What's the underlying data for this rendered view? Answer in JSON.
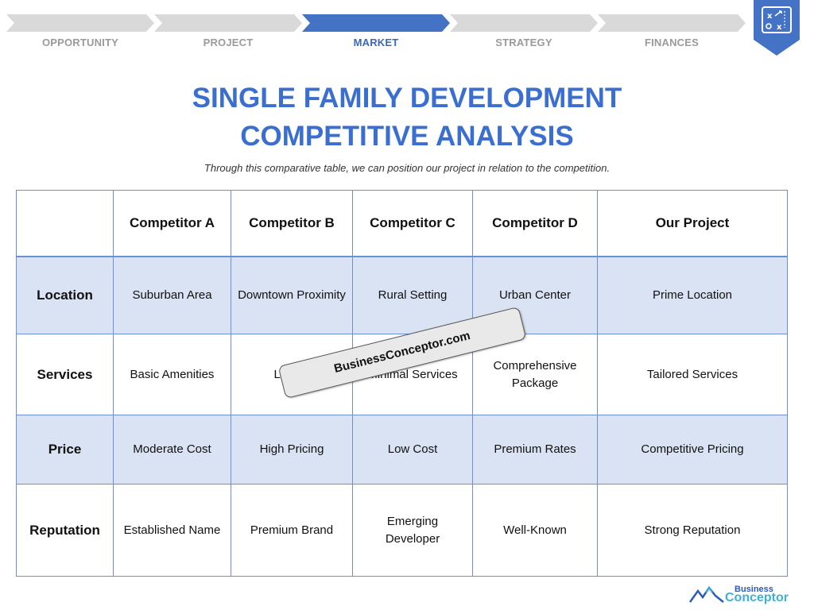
{
  "steps": [
    {
      "label": "OPPORTUNITY",
      "active": false
    },
    {
      "label": "PROJECT",
      "active": false
    },
    {
      "label": "MARKET",
      "active": true
    },
    {
      "label": "STRATEGY",
      "active": false
    },
    {
      "label": "FINANCES",
      "active": false
    }
  ],
  "colors": {
    "accent": "#3a6ed0",
    "step_inactive": "#d9d9d9",
    "step_active": "#4472c4",
    "row_shade": "#dae3f3"
  },
  "title": {
    "line1": "SINGLE FAMILY DEVELOPMENT",
    "line2": "COMPETITIVE ANALYSIS"
  },
  "subtitle": "Through this comparative table, we can position our project in relation to the competition.",
  "table": {
    "headers": [
      "",
      "Competitor A",
      "Competitor B",
      "Competitor C",
      "Competitor D",
      "Our Project"
    ],
    "rows": [
      {
        "label": "Location",
        "cells": [
          "Suburban Area",
          "Downtown Proximity",
          "Rural Setting",
          "Urban Center",
          "Prime Location"
        ]
      },
      {
        "label": "Services",
        "cells": [
          "Basic Amenities",
          "Luxury",
          "Minimal Services",
          "Comprehensive Package",
          "Tailored Services"
        ]
      },
      {
        "label": "Price",
        "cells": [
          "Moderate Cost",
          "High Pricing",
          "Low Cost",
          "Premium Rates",
          "Competitive Pricing"
        ]
      },
      {
        "label": "Reputation",
        "cells": [
          "Established Name",
          "Premium Brand",
          "Emerging Developer",
          "Well-Known",
          "Strong Reputation"
        ]
      }
    ]
  },
  "watermark": "BusinessConceptor.com",
  "logo": {
    "line1": "Business",
    "line2": "Conceptor",
    "icon": "mountain-logo-icon"
  },
  "badge_icon": "strategy-board-icon"
}
